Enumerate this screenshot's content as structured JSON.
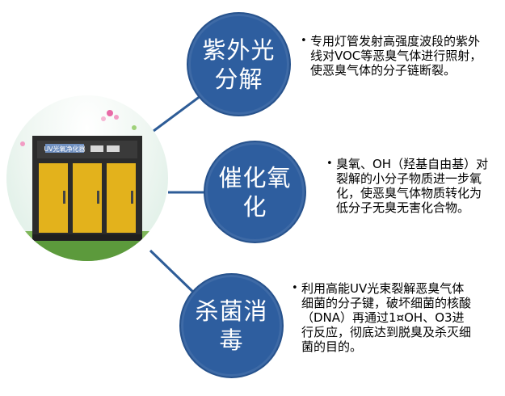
{
  "cabinet_label": "UV光氧净化器",
  "steps": [
    {
      "title": "紫外光分解",
      "title_line1": "紫外光",
      "title_line2": "分解",
      "description": "专用灯管发射高强度波段的紫外线对VOC等恶臭气体进行照射，使恶臭气体的分子链断裂。"
    },
    {
      "title": "催化氧化",
      "title_line1": "催化氧",
      "title_line2": "化",
      "description": "臭氧、OH（羟基自由基）对裂解的小分子物质进一步氧化，使恶臭气体物质转化为低分子无臭无害化合物。"
    },
    {
      "title": "杀菌消毒",
      "title_line1": "杀菌消",
      "title_line2": "毒",
      "description": "利用高能UV光束裂解恶臭气体细菌的分子键，破坏细菌的核酸（DNA）再通过1¤OH、O3进行反应，彻底达到脱臭及杀灭细菌的目的。"
    }
  ],
  "colors": {
    "node_fill": "#2e5e9f",
    "connector": "#2d5c97",
    "cabinet_panel": "#e3b21c",
    "cabinet_frame": "#2b2b2b"
  }
}
